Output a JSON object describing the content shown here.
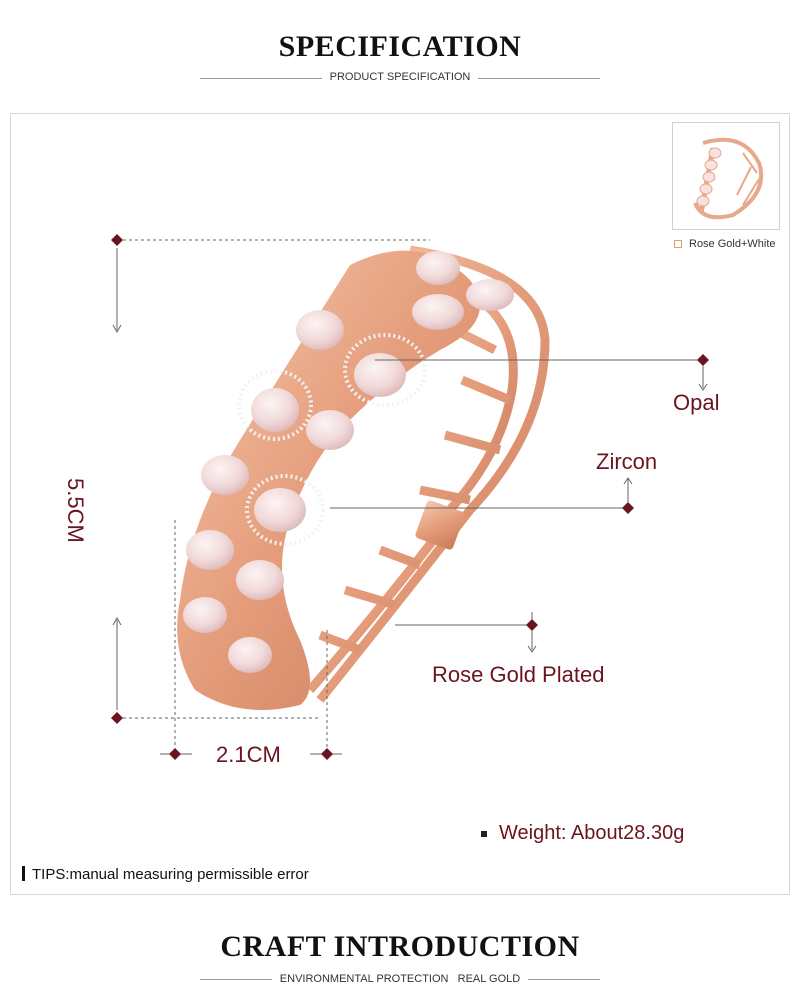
{
  "spec": {
    "title": "SPECIFICATION",
    "subtitle": "PRODUCT SPECIFICATION"
  },
  "thumbnail": {
    "color_label": "Rose Gold+White",
    "swatch_color": "#d4a373"
  },
  "callouts": {
    "opal": "Opal",
    "zircon": "Zircon",
    "plating": "Rose Gold Plated"
  },
  "dimensions": {
    "height": "5.5CM",
    "width": "2.1CM"
  },
  "weight": "Weight: About28.30g",
  "tips": "TIPS:manual measuring permissible error",
  "craft": {
    "title": "CRAFT INTRODUCTION",
    "subtitle": "ENVIRONMENTAL PROTECTION   REAL GOLD"
  },
  "colors": {
    "accent": "#6b1420",
    "rose_gold": "#e8a88a",
    "opal": "#f6e2e2"
  }
}
